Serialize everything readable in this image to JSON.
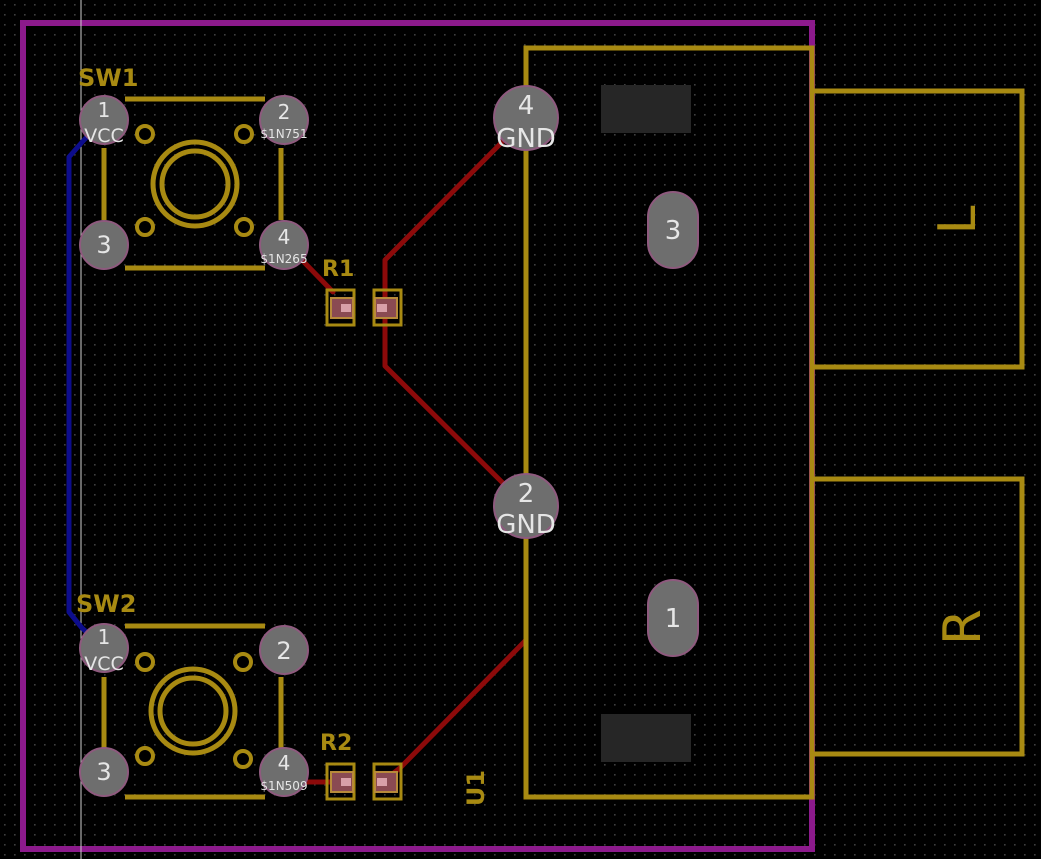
{
  "components": {
    "sw1": {
      "ref": "SW1",
      "pads": [
        "1",
        "2",
        "3",
        "4"
      ],
      "net_pad1": "VCC",
      "net_pad2": "$1N751",
      "net_pad4": "$1N265"
    },
    "sw2": {
      "ref": "SW2",
      "pads": [
        "1",
        "2",
        "3",
        "4"
      ],
      "net_pad1": "VCC",
      "net_pad4": "$1N509"
    },
    "r1": {
      "ref": "R1"
    },
    "r2": {
      "ref": "R2"
    },
    "u1": {
      "ref": "U1",
      "pads": [
        "4",
        "2",
        "3",
        "1"
      ],
      "net_pad4": "GND",
      "net_pad2": "GND",
      "label_left": "L",
      "label_right": "R"
    }
  },
  "colors": {
    "background": "#000000",
    "silkscreen": "#a88a12",
    "front_copper": "#8c0a0a",
    "back_copper": "#0d0d8c",
    "edge_cuts": "#8c1a8c",
    "pad": "#6e6e6e"
  }
}
